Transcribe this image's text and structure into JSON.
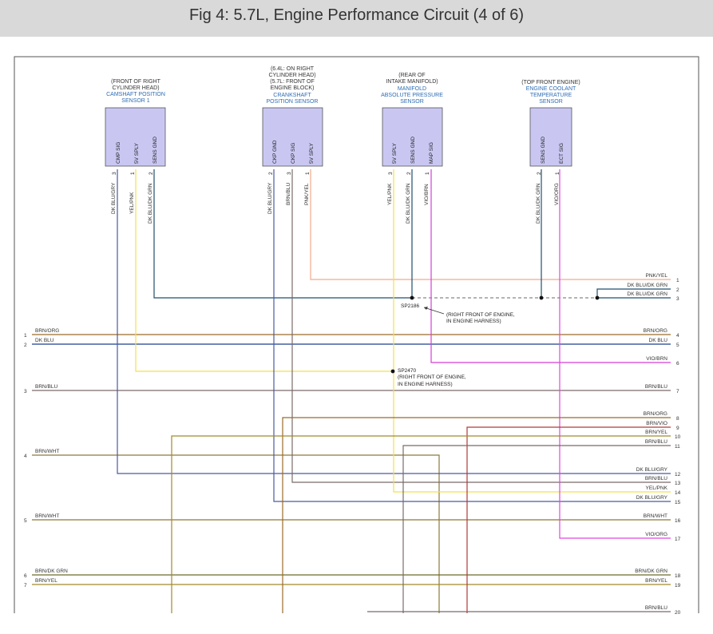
{
  "header": {
    "title": "Fig 4: 5.7L, Engine Performance Circuit (4 of 6)"
  },
  "colors": {
    "header_bg": "#d9d9d9",
    "brn_org": "#9b6a2a",
    "dk_blu": "#1f3f8f",
    "dk_blu_dk_grn": "#1f4f6f",
    "dk_blu_gry": "#4a5aa0",
    "yel_pnk": "#f4e14a",
    "pnk_yel": "#f4a98a",
    "brn_blu": "#7a6a6a",
    "vio_brn": "#d63fd6",
    "vio_org": "#e048e0",
    "brn_vio": "#b23a3a",
    "brn_yel": "#a08a2a",
    "brn_wht": "#8a7a3a",
    "brn_dk_grn": "#6a6a2a",
    "sensor_fill": "#c9c7f2"
  },
  "sensors": [
    {
      "caption": [
        "(FRONT OF RIGHT",
        "CYLINDER HEAD)"
      ],
      "name": [
        "CAMSHAFT POSITION",
        "SENSOR 1"
      ],
      "pins": [
        {
          "label": "CMP SIG",
          "num": "3"
        },
        {
          "label": "5V SPLY",
          "num": "1"
        },
        {
          "label": "SENS GND",
          "num": "2"
        }
      ],
      "wires": [
        "DK BLU/GRY",
        "YEL/PNK",
        "DK BLU/DK GRN"
      ]
    },
    {
      "caption": [
        "(6.4L: ON RIGHT",
        "CYLINDER HEAD)",
        "(5.7L: FRONT OF",
        "ENGINE BLOCK)"
      ],
      "name": [
        "CRANKSHAFT",
        "POSITION SENSOR"
      ],
      "pins": [
        {
          "label": "CKP GND",
          "num": "2"
        },
        {
          "label": "CKP SIG",
          "num": "3"
        },
        {
          "label": "5V SPLY",
          "num": "1"
        }
      ],
      "wires": [
        "DK BLU/GRY",
        "BRN/BLU",
        "PNK/YEL"
      ]
    },
    {
      "caption": [
        "(REAR OF",
        "INTAKE MANIFOLD)"
      ],
      "name": [
        "MANIFOLD",
        "ABSOLUTE PRESSURE",
        "SENSOR"
      ],
      "pins": [
        {
          "label": "5V SPLY",
          "num": "3"
        },
        {
          "label": "SENS GND",
          "num": "2"
        },
        {
          "label": "MAP SIG",
          "num": "1"
        }
      ],
      "wires": [
        "YEL/PNK",
        "DK BLU/DK GRN",
        "VIO/BRN"
      ]
    },
    {
      "caption": [
        "(TOP FRONT ENGINE)"
      ],
      "name": [
        "ENGINE COOLANT",
        "TEMPERATURE",
        "SENSOR"
      ],
      "pins": [
        {
          "label": "SENS GND",
          "num": "2"
        },
        {
          "label": "ECT SIG",
          "num": "1"
        }
      ],
      "wires": [
        "DK BLU/DK GRN",
        "VIO/ORG"
      ]
    }
  ],
  "splices": [
    {
      "id": "SP2186",
      "note": [
        "(RIGHT FRONT OF ENGINE,",
        "IN ENGINE HARNESS)"
      ]
    },
    {
      "id": "SP2470",
      "note": [
        "(RIGHT FRONT OF ENGINE,",
        "IN ENGINE HARNESS)"
      ]
    }
  ],
  "left_lines": [
    {
      "num": "1",
      "label": "BRN/ORG"
    },
    {
      "num": "2",
      "label": "DK BLU"
    },
    {
      "num": "3",
      "label": "BRN/BLU"
    },
    {
      "num": "4",
      "label": "BRN/WHT"
    },
    {
      "num": "5",
      "label": "BRN/WHT"
    },
    {
      "num": "6",
      "label": "BRN/DK GRN"
    },
    {
      "num": "7",
      "label": "BRN/YEL"
    }
  ],
  "right_lines": [
    {
      "num": "1",
      "label": "PNK/YEL"
    },
    {
      "num": "2",
      "label": "DK BLU/DK GRN"
    },
    {
      "num": "3",
      "label": "DK BLU/DK GRN"
    },
    {
      "num": "4",
      "label": "BRN/ORG"
    },
    {
      "num": "5",
      "label": "DK BLU"
    },
    {
      "num": "6",
      "label": "VIO/BRN"
    },
    {
      "num": "7",
      "label": "BRN/BLU"
    },
    {
      "num": "8",
      "label": "BRN/ORG"
    },
    {
      "num": "9",
      "label": "BRN/VIO"
    },
    {
      "num": "10",
      "label": "BRN/YEL"
    },
    {
      "num": "11",
      "label": "BRN/BLU"
    },
    {
      "num": "12",
      "label": "DK BLU/GRY"
    },
    {
      "num": "13",
      "label": "BRN/BLU"
    },
    {
      "num": "14",
      "label": "YEL/PNK"
    },
    {
      "num": "15",
      "label": "DK BLU/GRY"
    },
    {
      "num": "16",
      "label": "BRN/WHT"
    },
    {
      "num": "17",
      "label": "VIO/ORG"
    },
    {
      "num": "18",
      "label": "BRN/DK GRN"
    },
    {
      "num": "19",
      "label": "BRN/YEL"
    },
    {
      "num": "20",
      "label": "BRN/BLU"
    }
  ]
}
